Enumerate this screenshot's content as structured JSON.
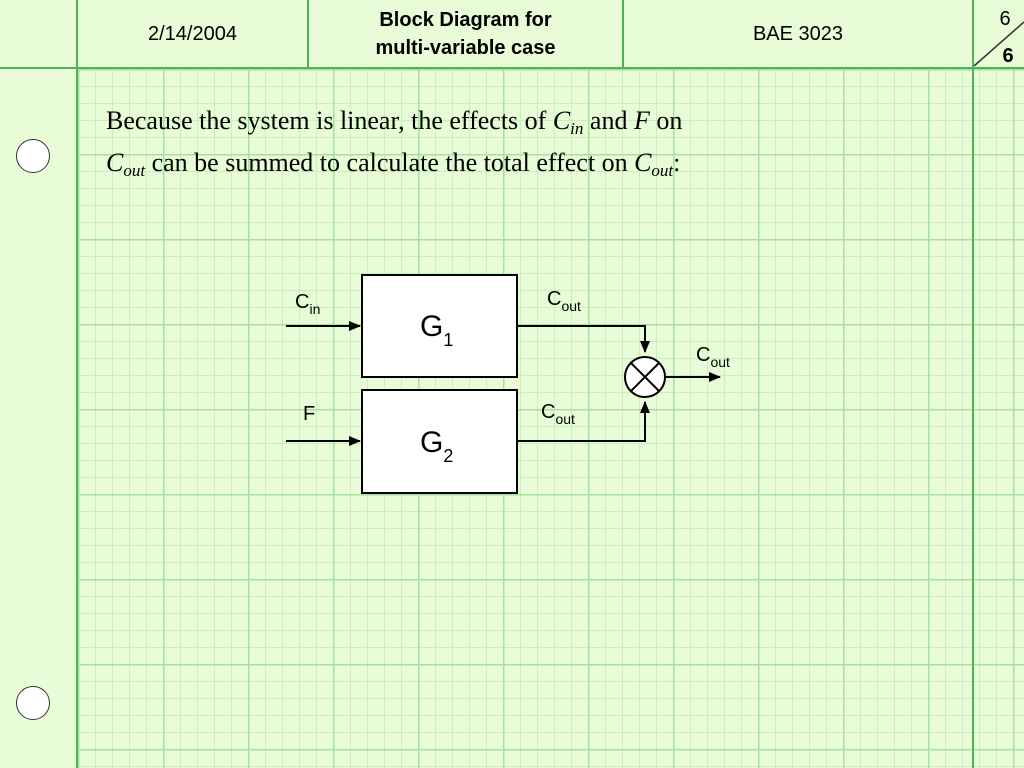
{
  "header": {
    "date": "2/14/2004",
    "title_line1": "Block Diagram for",
    "title_line2": "multi-variable case",
    "course": "BAE 3023",
    "page_number": "6",
    "page_total": "6"
  },
  "body": {
    "t1": "Because the system is linear, the effects of ",
    "cin_base": "C",
    "cin_sub": "in",
    "t2": " and ",
    "f": "F",
    "t3": " on",
    "cout_base": "C",
    "cout_sub": "out",
    "t4": " can be summed to calculate the total effect on ",
    "cout2_base": "C",
    "cout2_sub": "out",
    "t5": ":"
  },
  "diagram": {
    "input1_base": "C",
    "input1_sub": "in",
    "input2": "F",
    "block1_base": "G",
    "block1_sub": "1",
    "block2_base": "G",
    "block2_sub": "2",
    "out1_base": "C",
    "out1_sub": "out",
    "out2_base": "C",
    "out2_sub": "out",
    "sum_out_base": "C",
    "sum_out_sub": "out"
  }
}
